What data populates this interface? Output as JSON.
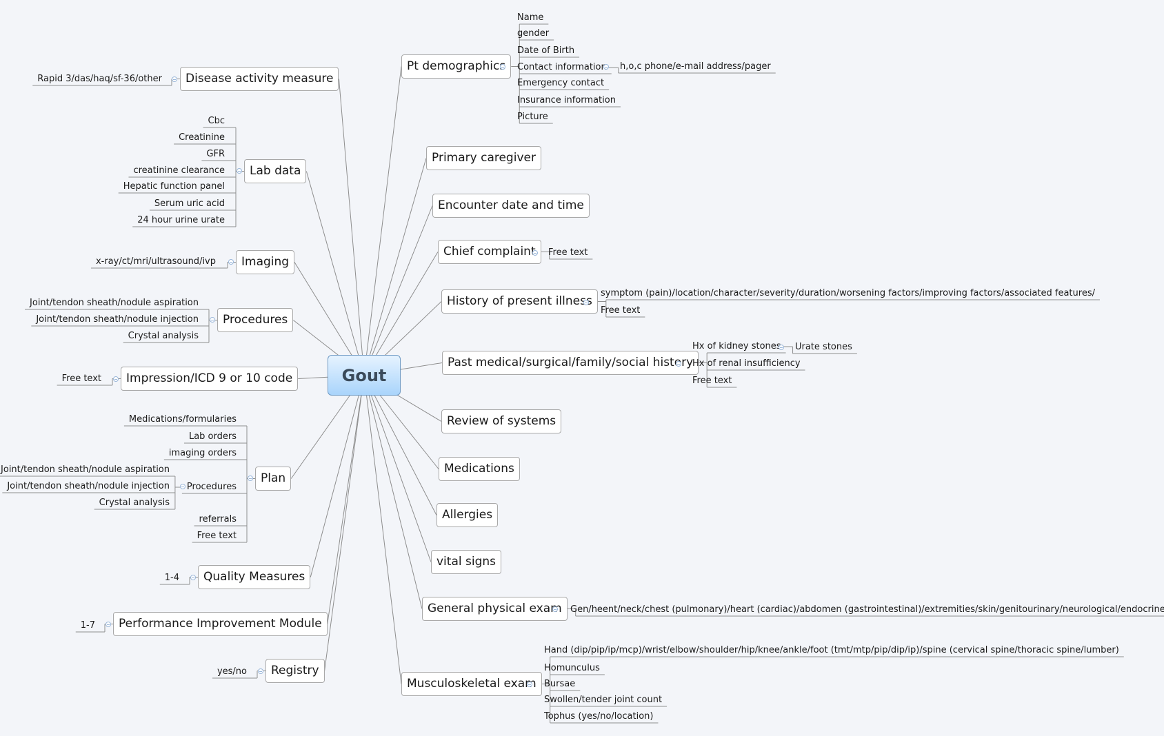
{
  "central": "Gout",
  "right": {
    "pt_demographics": {
      "label": "Pt demographics",
      "items": [
        "Name",
        "gender",
        "Date of Birth",
        "Contact information",
        "Emergency contact",
        "Insurance information",
        "Picture"
      ],
      "contact_detail": "h,o,c phone/e-mail address/pager"
    },
    "primary_caregiver": "Primary caregiver",
    "encounter": "Encounter date and time",
    "chief_complaint": {
      "label": "Chief complaint",
      "items": [
        "Free text"
      ]
    },
    "hpi": {
      "label": "History of present illness",
      "items": [
        "symptom (pain)/location/character/severity/duration/worsening factors/improving factors/associated features/",
        "Free text"
      ]
    },
    "pmh": {
      "label": "Past medical/surgical/family/social history",
      "items": [
        "Hx of kidney stones",
        "Hx of renal insufficiency",
        "Free text"
      ],
      "kidney_detail": "Urate stones"
    },
    "ros": "Review of systems",
    "medications": "Medications",
    "allergies": "Allergies",
    "vitals": "vital signs",
    "gpe": {
      "label": "General physical exam",
      "items": [
        "Gen/heent/neck/chest (pulmonary)/heart (cardiac)/abdomen (gastrointestinal)/extremities/skin/genitourinary/neurological/endocrine/vascular"
      ]
    },
    "msk": {
      "label": "Musculoskeletal exam",
      "items": [
        "Hand (dip/pip/ip/mcp)/wrist/elbow/shoulder/hip/knee/ankle/foot (tmt/mtp/pip/dip/ip)/spine (cervical spine/thoracic spine/lumber)",
        "Homunculus",
        "Bursae",
        "Swollen/tender joint count",
        "Tophus (yes/no/location)"
      ]
    }
  },
  "left": {
    "disease_activity": {
      "label": "Disease activity measure",
      "items": [
        "Rapid 3/das/haq/sf-36/other"
      ]
    },
    "lab_data": {
      "label": "Lab data",
      "items": [
        "Cbc",
        "Creatinine",
        "GFR",
        "creatinine clearance",
        "Hepatic function panel",
        "Serum uric acid",
        "24 hour urine urate"
      ]
    },
    "imaging": {
      "label": "Imaging",
      "items": [
        "x-ray/ct/mri/ultrasound/ivp"
      ]
    },
    "procedures": {
      "label": "Procedures",
      "items": [
        "Joint/tendon sheath/nodule aspiration",
        "Joint/tendon sheath/nodule injection",
        "Crystal analysis"
      ]
    },
    "impression": {
      "label": "Impression/ICD 9 or 10 code",
      "items": [
        "Free text"
      ]
    },
    "plan": {
      "label": "Plan",
      "items": [
        "Medications/formularies",
        "Lab orders",
        "imaging orders",
        "Procedures",
        "referrals",
        "Free text"
      ],
      "procedure_items": [
        "Joint/tendon sheath/nodule aspiration",
        "Joint/tendon sheath/nodule injection",
        "Crystal analysis"
      ]
    },
    "quality": {
      "label": "Quality Measures",
      "items": [
        "1-4"
      ]
    },
    "pim": {
      "label": "Performance Improvement Module",
      "items": [
        "1-7"
      ]
    },
    "registry": {
      "label": "Registry",
      "items": [
        "yes/no"
      ]
    }
  },
  "colors": {
    "line": "#8e8e8e",
    "toggle": "#9ab7da",
    "center_border": "#6f9ac4"
  }
}
